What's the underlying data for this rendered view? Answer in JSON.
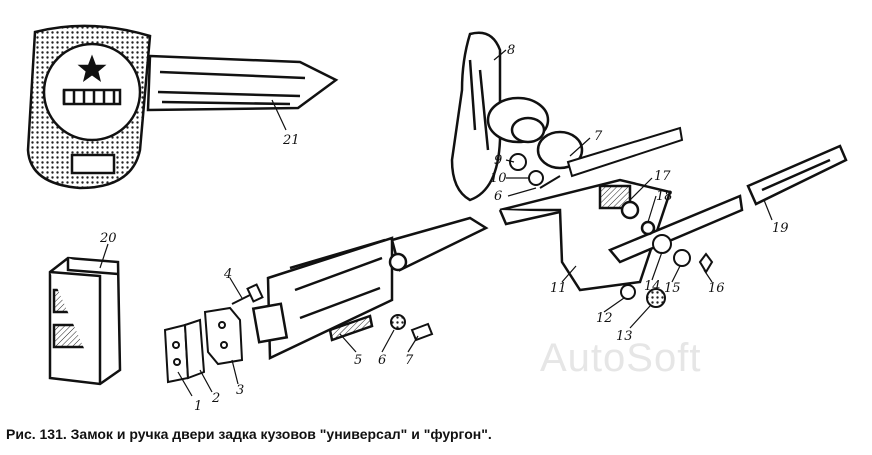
{
  "caption": "Рис. 131. Замок и ручка двери задка кузовов \"универсал\" и \"фургон\".",
  "watermark": "AutoSoft",
  "callouts": {
    "c1": "1",
    "c2": "2",
    "c3": "3",
    "c4": "4",
    "c5": "5",
    "c6": "6",
    "c7a": "7",
    "c7b": "7",
    "c8": "8",
    "c9": "9",
    "c10": "10",
    "c6b": "6",
    "c11": "11",
    "c12": "12",
    "c13": "13",
    "c14": "14",
    "c15": "15",
    "c16": "16",
    "c17": "17",
    "c18": "18",
    "c19": "19",
    "c20": "20",
    "c21": "21"
  }
}
